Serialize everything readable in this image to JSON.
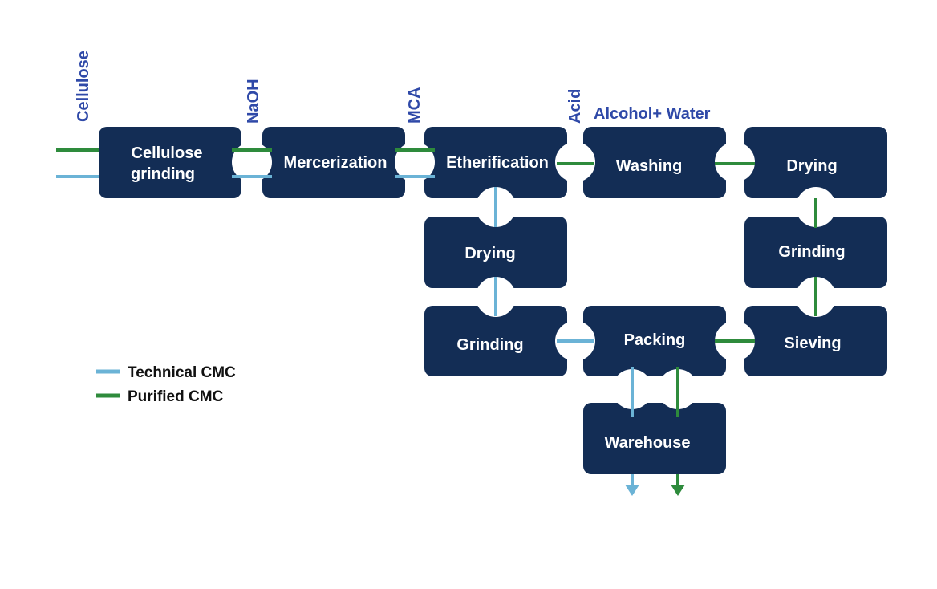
{
  "colors": {
    "box": "#132d55",
    "technical": "#6bb3d6",
    "purified": "#2e8b3c",
    "input_text": "#2f49a8"
  },
  "inputs": {
    "cellulose": "Cellulose",
    "naoh": "NaOH",
    "mca": "MCA",
    "acid": "Acid",
    "alcohol_water": "Alcohol+ Water"
  },
  "steps": {
    "cellulose_grinding": [
      "Cellulose",
      "grinding"
    ],
    "mercerization": "Mercerization",
    "etherification": "Etherification",
    "washing": "Washing",
    "drying_purified": "Drying",
    "drying_technical": "Drying",
    "grinding_purified": "Grinding",
    "grinding_technical": "Grinding",
    "sieving": "Sieving",
    "packing": "Packing",
    "warehouse": "Warehouse"
  },
  "legend": {
    "technical": "Technical CMC",
    "purified": "Purified CMC"
  }
}
